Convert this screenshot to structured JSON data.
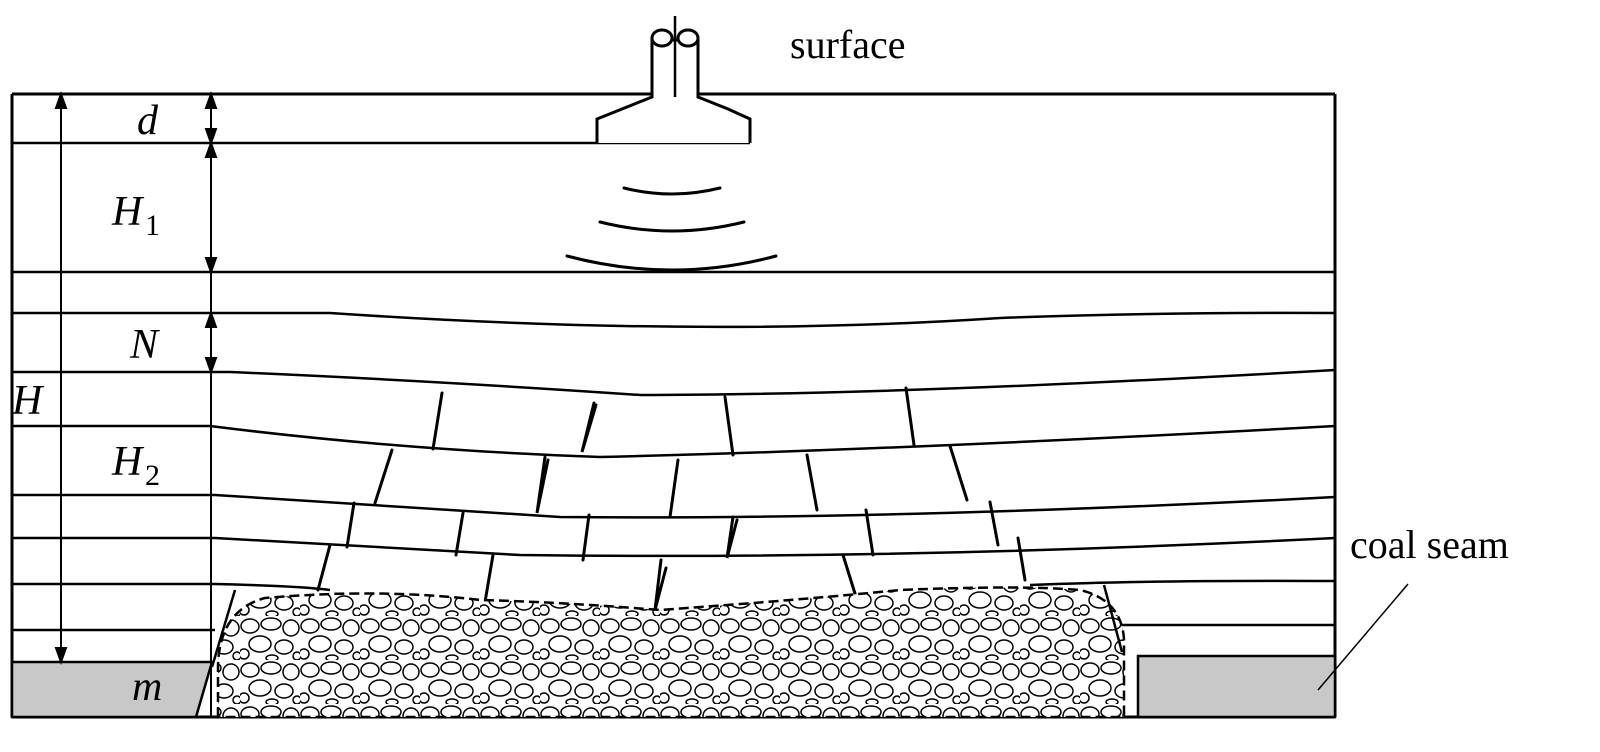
{
  "labels": {
    "surface": "surface",
    "coal_seam": "coal seam",
    "d": "d",
    "H1_main": "H",
    "H1_sub": "1",
    "N": "N",
    "H": "H",
    "H2_main": "H",
    "H2_sub": "2",
    "m": "m"
  },
  "colors": {
    "line": "#000000",
    "coal_fill": "#c8c8c8",
    "background": "#ffffff"
  },
  "icons": {
    "drill_rig": "borehole-drill-icon",
    "signal": "signal-wave-icon"
  }
}
